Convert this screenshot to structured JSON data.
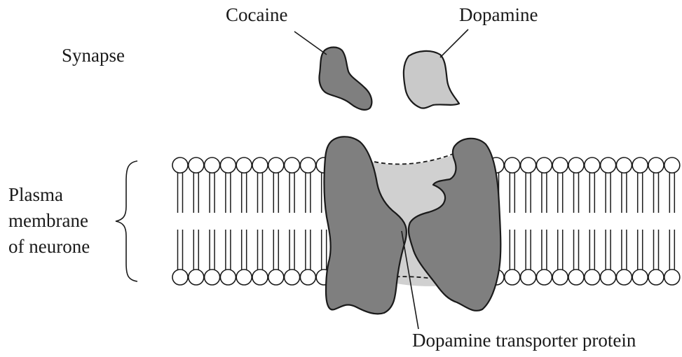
{
  "labels": {
    "synapse": "Synapse",
    "cocaine": "Cocaine",
    "dopamine": "Dopamine",
    "plasma_line1": "Plasma",
    "plasma_line2": "membrane",
    "plasma_line3": "of neurone",
    "transporter": "Dopamine transporter protein"
  },
  "colors": {
    "protein_dark": "#7f7f7f",
    "protein_light": "#c9c9c9"
  }
}
